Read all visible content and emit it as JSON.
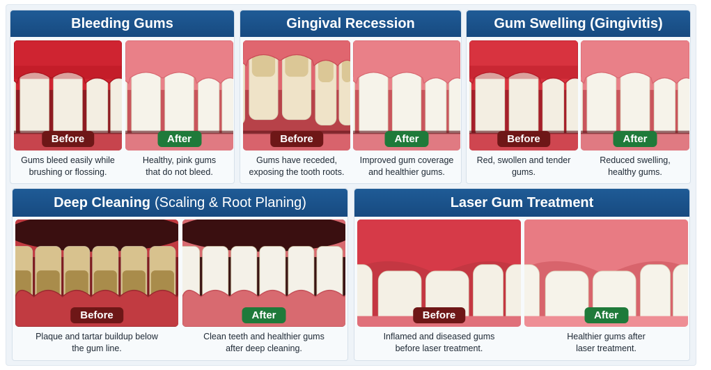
{
  "labels": {
    "before": "Before",
    "after": "After"
  },
  "colors": {
    "header": "#1f5b96",
    "before_badge": "#6e1717",
    "after_badge": "#1f7a3a",
    "gum_inflamed": "#c81f2a",
    "gum_healthy": "#e77a80"
  },
  "sections": [
    {
      "title": "Bleeding Gums",
      "before_caption": [
        "Gums bleed easily while",
        "brushing or flossing."
      ],
      "after_caption": [
        "Healthy, pink gums",
        "that do not bleed."
      ]
    },
    {
      "title": "Gingival Recession",
      "before_caption": [
        "Gums have receded,",
        "exposing the tooth roots."
      ],
      "after_caption": [
        "Improved gum coverage",
        "and healthier gums."
      ]
    },
    {
      "title": "Gum Swelling (Gingivitis)",
      "before_caption": [
        "Red, swollen and tender",
        "gums."
      ],
      "after_caption": [
        "Reduced swelling,",
        "healthy gums."
      ]
    },
    {
      "title": "Deep Cleaning",
      "subtitle": "(Scaling & Root Planing)",
      "before_caption": [
        "Plaque and tartar buildup below",
        "the gum line."
      ],
      "after_caption": [
        "Clean teeth and healthier gums",
        "after deep cleaning."
      ]
    },
    {
      "title": "Laser Gum Treatment",
      "before_caption": [
        "Inflamed and diseased gums",
        "before laser treatment."
      ],
      "after_caption": [
        "Healthier gums after",
        "laser treatment."
      ]
    }
  ]
}
